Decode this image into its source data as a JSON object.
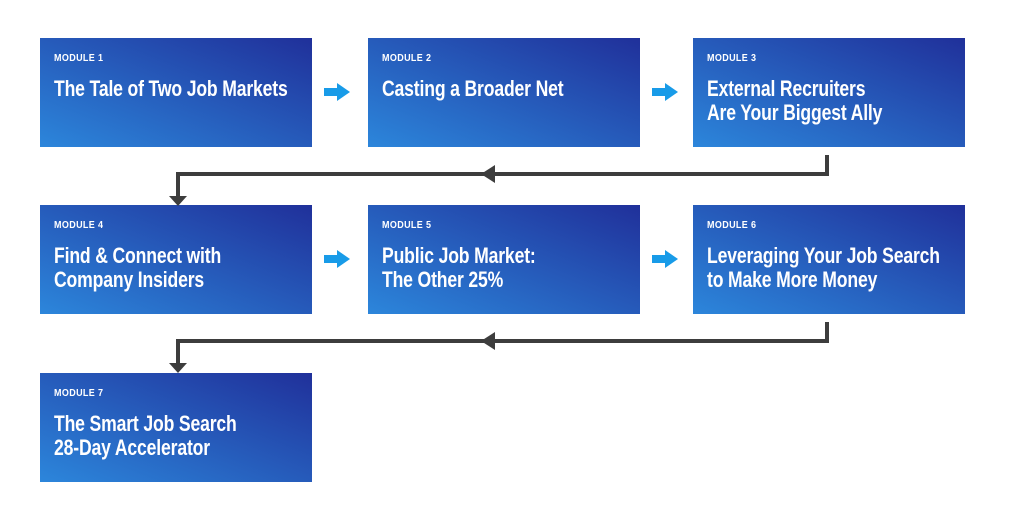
{
  "diagram": {
    "title": "Course modules flow",
    "colors": {
      "card_gradient_start": "#2C86DB",
      "card_gradient_end": "#20309A",
      "flow_arrow_blue": "#189BE8",
      "connector_dark": "#3D3D3D",
      "text_white": "#FFFFFF",
      "background": "#FFFFFF"
    },
    "icons": {
      "flow_arrow": "right-arrow-icon",
      "connector_mid": "left-arrowhead-icon",
      "connector_end": "down-arrowhead-icon"
    }
  },
  "modules": [
    {
      "label": "MODULE 1",
      "title": [
        "The Tale of Two Job Markets"
      ]
    },
    {
      "label": "MODULE 2",
      "title": [
        "Casting a Broader Net"
      ]
    },
    {
      "label": "MODULE 3",
      "title": [
        "External Recruiters",
        "Are Your Biggest Ally"
      ]
    },
    {
      "label": "MODULE 4",
      "title": [
        "Find & Connect with",
        "Company Insiders"
      ]
    },
    {
      "label": "MODULE 5",
      "title": [
        "Public Job Market:",
        "The Other 25%"
      ]
    },
    {
      "label": "MODULE 6",
      "title": [
        "Leveraging Your Job Search",
        "to Make More Money"
      ]
    },
    {
      "label": "MODULE 7",
      "title": [
        "The Smart Job Search",
        "28-Day Accelerator"
      ]
    }
  ]
}
